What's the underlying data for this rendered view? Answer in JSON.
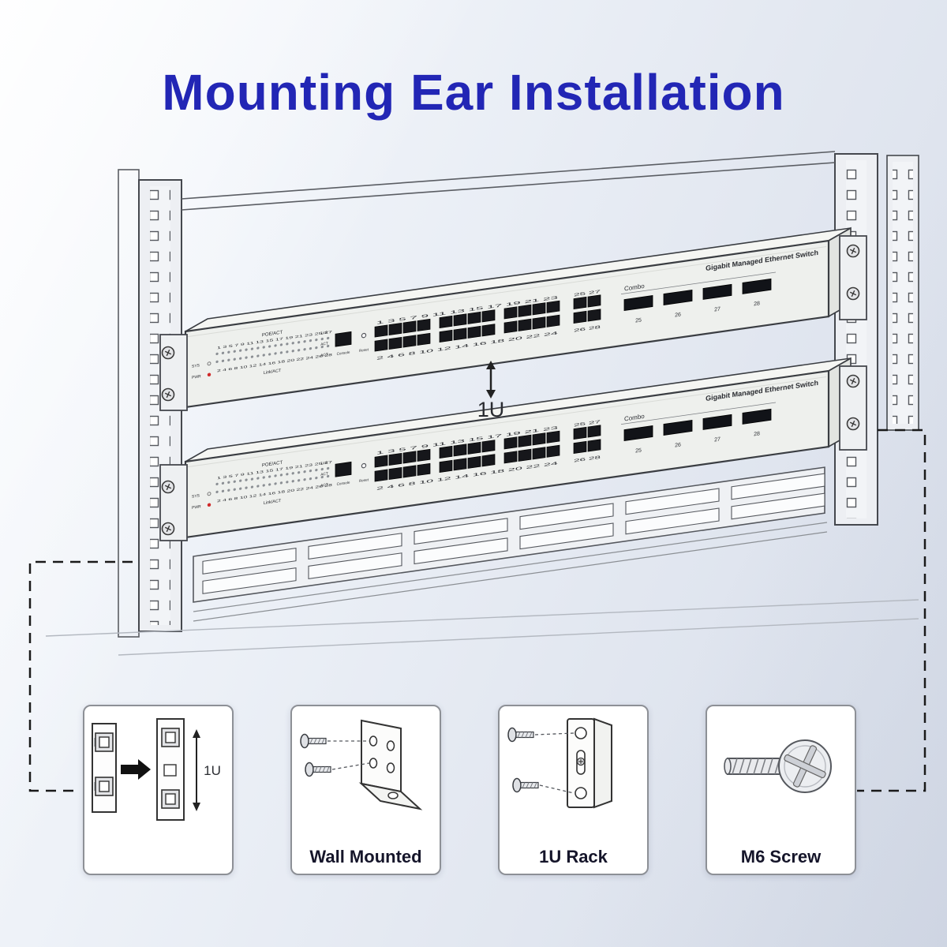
{
  "title": "Mounting Ear Installation",
  "colors": {
    "accent": "#2226b5",
    "outline": "#3a3d42",
    "dash": "#1a1a1a",
    "panel_fill": "#eef0ed"
  },
  "diagram": {
    "unit_label": "1U",
    "switch": {
      "name": "Gigabit Managed Ethernet Switch",
      "combo": "Combo",
      "sfp": [
        "25",
        "26",
        "27",
        "28"
      ],
      "ports_top": "1 3 5 7 9 11 13 15 17 19 21 23",
      "ports_bottom": "2 4 6 8 10 12 14 16 18 20 22 24",
      "uplink_top": "25 27",
      "uplink_bottom": "26 28",
      "leds_title": "POE/ACT",
      "led_numbers_top": "1 3 5 7 9 11 13 15 17 19 21 23 25 27",
      "led_numbers_bottom": "2 4 6 8 10 12 14 16 18 20 22 24 26 28",
      "link_act": "Link/ACT",
      "sys": "SYS",
      "pwr": "PWR",
      "link": "Link",
      "act": "ACT",
      "console": "Console",
      "reset": "Reset"
    }
  },
  "steps": [
    {
      "id": "cage-nut",
      "caption": "",
      "label": "1U"
    },
    {
      "id": "wall-mounted",
      "caption": "Wall Mounted"
    },
    {
      "id": "1u-rack",
      "caption": "1U Rack"
    },
    {
      "id": "m6-screw",
      "caption": "M6 Screw"
    }
  ]
}
